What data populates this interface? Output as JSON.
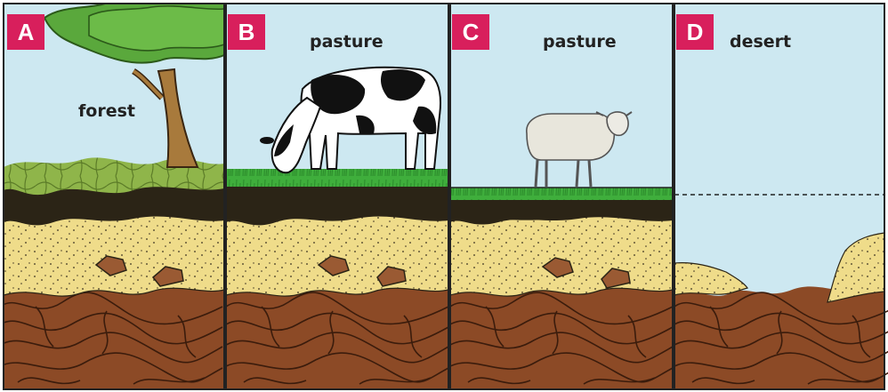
{
  "panels": [
    {
      "letter": "A",
      "caption": "forest"
    },
    {
      "letter": "B",
      "caption": "pasture"
    },
    {
      "letter": "C",
      "caption": "pasture"
    },
    {
      "letter": "D",
      "caption": "desert"
    }
  ],
  "colors": {
    "badge": "#d81f5c",
    "sky": "#cde8f1",
    "leaf_litter": "#8fb54a",
    "topsoil": "#2b2416",
    "subsoil_sand": "#efdc8a",
    "bedrock": "#8c4a26",
    "grass": "#3fae3c",
    "rock": "#9a5a33"
  }
}
